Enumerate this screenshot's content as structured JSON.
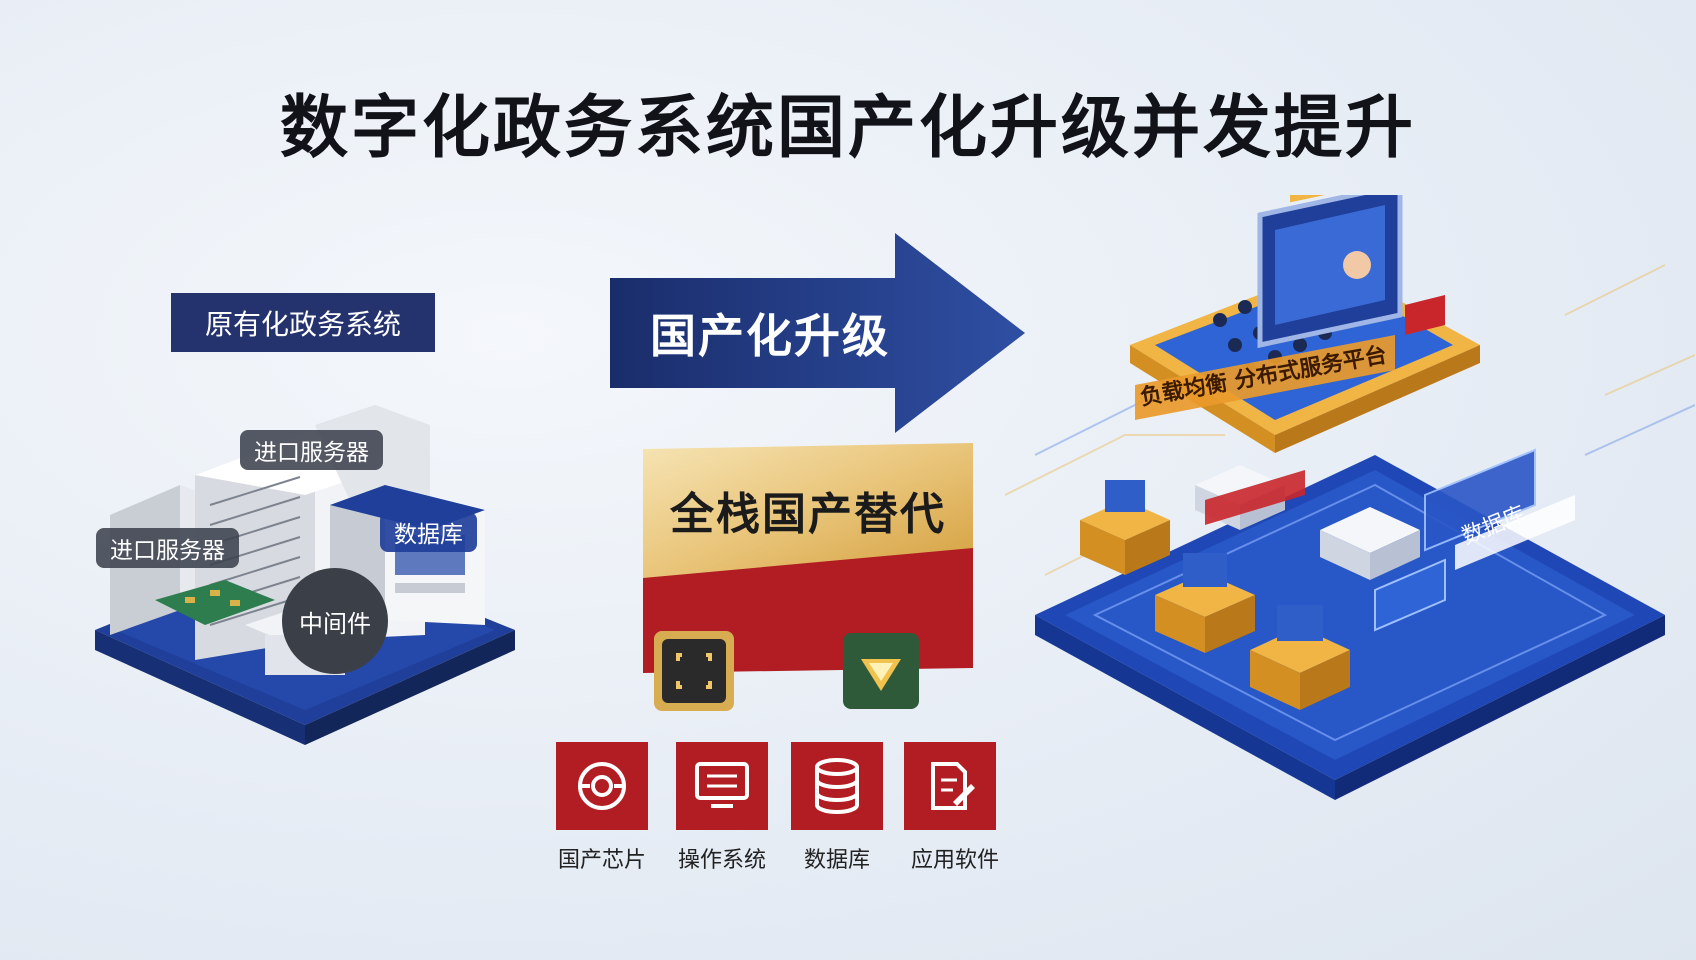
{
  "title": "数字化政务系统国产化升级并发提升",
  "left": {
    "label": "原有化政务系统",
    "server_top": "进口服务器",
    "server_left": "进口服务器",
    "database": "数据库",
    "middleware": "中间件"
  },
  "arrow": {
    "label": "国产化升级"
  },
  "stack": {
    "label": "全栈国产替代",
    "tiles": [
      "国产芯片",
      "操作系统",
      "数据库",
      "应用软件"
    ]
  },
  "right": {
    "sign_1": "负载均衡 分布式服务平台",
    "sign_2": "数据库"
  },
  "colors": {
    "navy": "#24336e",
    "red": "#b11d22",
    "gold": "#e4b85a"
  }
}
